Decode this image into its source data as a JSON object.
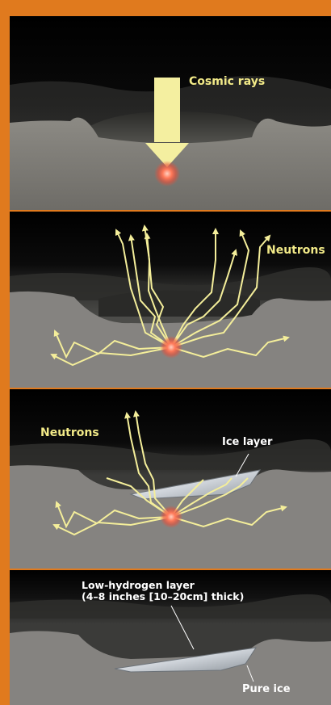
{
  "panels": [
    {
      "label": "Cosmic rays"
    },
    {
      "label": "Neutrons"
    },
    {
      "label_neutrons": "Neutrons",
      "label_ice": "Ice layer"
    },
    {
      "label_low_h_line1": "Low-hydrogen layer",
      "label_low_h_line2": "(4–8 inches [10–20cm] thick)",
      "label_pure_ice": "Pure ice"
    }
  ],
  "colors": {
    "border": "#e07a1e",
    "label_yellow": "#f2ea88",
    "arrow_fill": "#f4efa0",
    "neutron_line": "#f4ee9a",
    "hit_glow": "#ff6a4a"
  }
}
